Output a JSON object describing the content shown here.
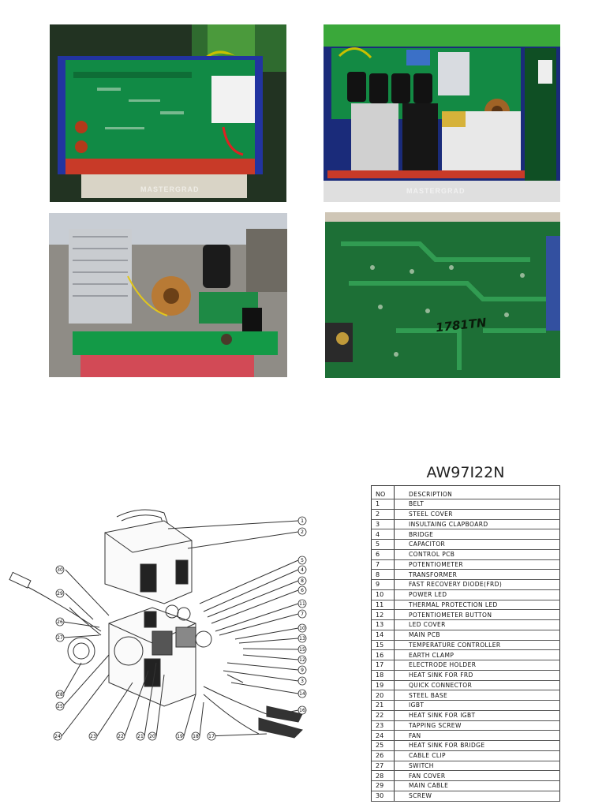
{
  "photos": {
    "top_left_watermark": "MASTERGRAD",
    "top_right_watermark": "MASTERGRAD",
    "board_marking": "1781TN"
  },
  "model": "AW97I22N",
  "table": {
    "col_no": "NO",
    "col_desc": "DESCRIPTION",
    "rows": [
      {
        "no": "1",
        "desc": "BELT"
      },
      {
        "no": "2",
        "desc": "STEEL COVER"
      },
      {
        "no": "3",
        "desc": "INSULTAING CLAPBOARD"
      },
      {
        "no": "4",
        "desc": "BRIDGE"
      },
      {
        "no": "5",
        "desc": "CAPACITOR"
      },
      {
        "no": "6",
        "desc": "CONTROL PCB"
      },
      {
        "no": "7",
        "desc": "POTENTIOMETER"
      },
      {
        "no": "8",
        "desc": "TRANSFORMER"
      },
      {
        "no": "9",
        "desc": "FAST RECOVERY DIODE(FRD)"
      },
      {
        "no": "10",
        "desc": "POWER LED"
      },
      {
        "no": "11",
        "desc": "THERMAL PROTECTION LED"
      },
      {
        "no": "12",
        "desc": "POTENTIOMETER BUTTON"
      },
      {
        "no": "13",
        "desc": "LED COVER"
      },
      {
        "no": "14",
        "desc": "MAIN PCB"
      },
      {
        "no": "15",
        "desc": "TEMPERATURE CONTROLLER"
      },
      {
        "no": "16",
        "desc": "EARTH CLAMP"
      },
      {
        "no": "17",
        "desc": "ELECTRODE HOLDER"
      },
      {
        "no": "18",
        "desc": "HEAT SINK FOR FRD"
      },
      {
        "no": "19",
        "desc": "QUICK CONNECTOR"
      },
      {
        "no": "20",
        "desc": "STEEL BASE"
      },
      {
        "no": "21",
        "desc": "IGBT"
      },
      {
        "no": "22",
        "desc": "HEAT SINK FOR IGBT"
      },
      {
        "no": "23",
        "desc": "TAPPING SCREW"
      },
      {
        "no": "24",
        "desc": "FAN"
      },
      {
        "no": "25",
        "desc": "HEAT SINK FOR BRIDGE"
      },
      {
        "no": "26",
        "desc": "CABLE CLIP"
      },
      {
        "no": "27",
        "desc": "SWITCH"
      },
      {
        "no": "28",
        "desc": "FAN COVER"
      },
      {
        "no": "29",
        "desc": "MAIN CABLE"
      },
      {
        "no": "30",
        "desc": "SCREW"
      }
    ]
  },
  "diagram_callouts": {
    "right": [
      "1",
      "2",
      "5",
      "4",
      "8",
      "6",
      "11",
      "7",
      "10",
      "13",
      "15",
      "12",
      "9",
      "3",
      "14",
      "16",
      "17"
    ],
    "left": [
      "30",
      "29",
      "26",
      "27",
      "28",
      "25"
    ],
    "bottom": [
      "24",
      "23",
      "22",
      "21",
      "20",
      "19",
      "18"
    ]
  }
}
